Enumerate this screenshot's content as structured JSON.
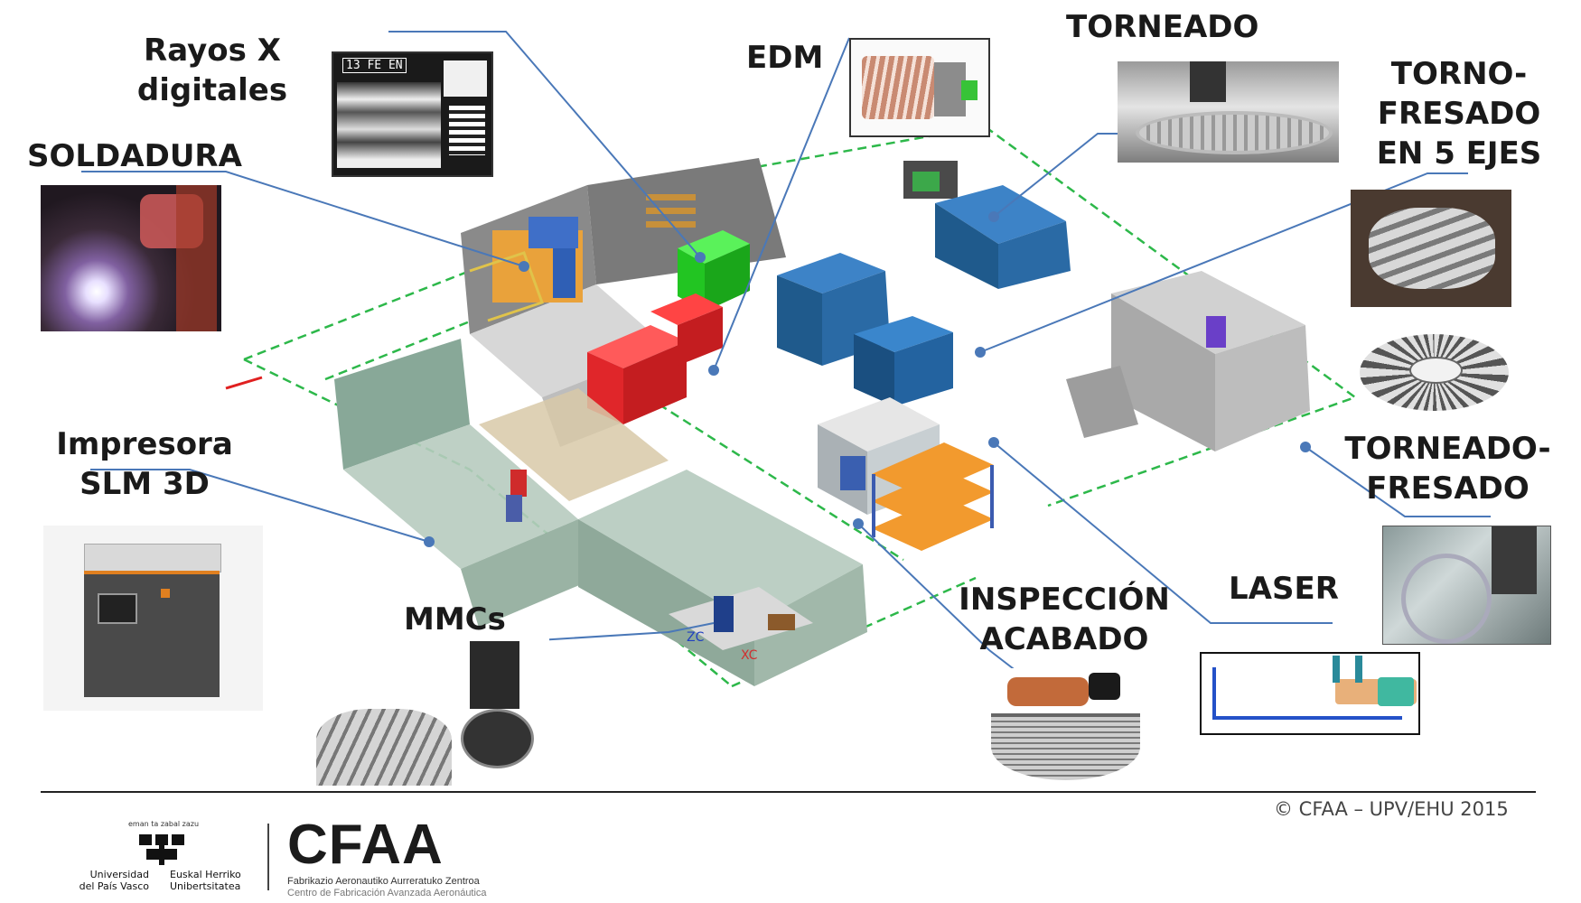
{
  "labels": {
    "rayos_x": "Rayos X",
    "rayos_x_2": "digitales",
    "soldadura": "SOLDADURA",
    "edm": "EDM",
    "torneado": "TORNEADO",
    "torno_fresado_1": "TORNO-",
    "torno_fresado_2": "FRESADO",
    "torno_fresado_3": "EN 5 EJES",
    "impresora_1": "Impresora",
    "impresora_2": "SLM 3D",
    "torneado_fresado_1": "TORNEADO-",
    "torneado_fresado_2": "FRESADO",
    "mmcs": "MMCs",
    "inspeccion_1": "INSPECCIÓN",
    "inspeccion_2": "ACABADO",
    "laser": "LASER"
  },
  "xray_screen_text": "13 FE EN",
  "footer": {
    "copyright": "© CFAA – UPV/EHU  2015",
    "upv_motto": "eman ta zabal zazu",
    "upv_es_1": "Universidad",
    "upv_es_2": "del País Vasco",
    "upv_eu_1": "Euskal Herriko",
    "upv_eu_2": "Unibertsitatea",
    "cfaa_logo": "CFAA",
    "cfaa_eu": "Fabrikazio Aeronautiko Aurreratuko Zentroa",
    "cfaa_es": "Centro de Fabricación Avanzada Aeronáutica"
  },
  "colors": {
    "callout_line": "#4a78b8",
    "green_machine": "#29d629",
    "red_machine": "#e0262a",
    "blue_machine": "#1f5a8c",
    "orange_shelf": "#f29a2e"
  }
}
